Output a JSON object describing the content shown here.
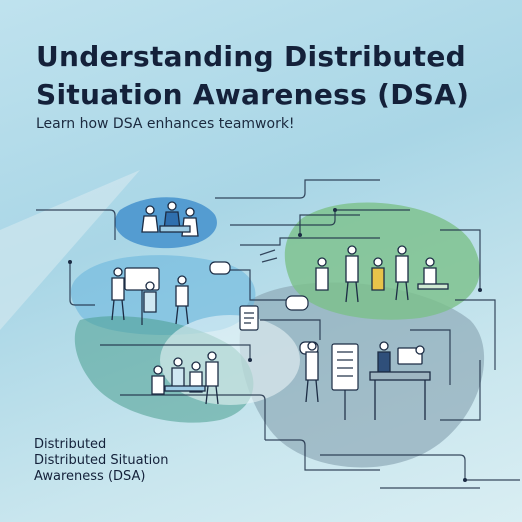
{
  "header": {
    "title": "Understanding Distributed Situation Awareness (DSA)",
    "subtitle": "Learn how DSA enhances teamwork!"
  },
  "footer": {
    "line1": "Distributed",
    "line2": "Distributed Situation",
    "line3": "Awareness (DSA)"
  },
  "colors": {
    "background": "#b7dcea",
    "ink": "#14213a",
    "blob_blue": "#5aa6d6",
    "blob_green": "#7cc089",
    "blob_teal": "#4e9fa0",
    "blob_slate": "#8aa6b3"
  },
  "icons": [
    "team-meeting-illustration",
    "presentation-illustration",
    "collaboration-illustration",
    "checklist-icon",
    "chat-bubble-icon",
    "document-icon",
    "workstation-illustration"
  ]
}
